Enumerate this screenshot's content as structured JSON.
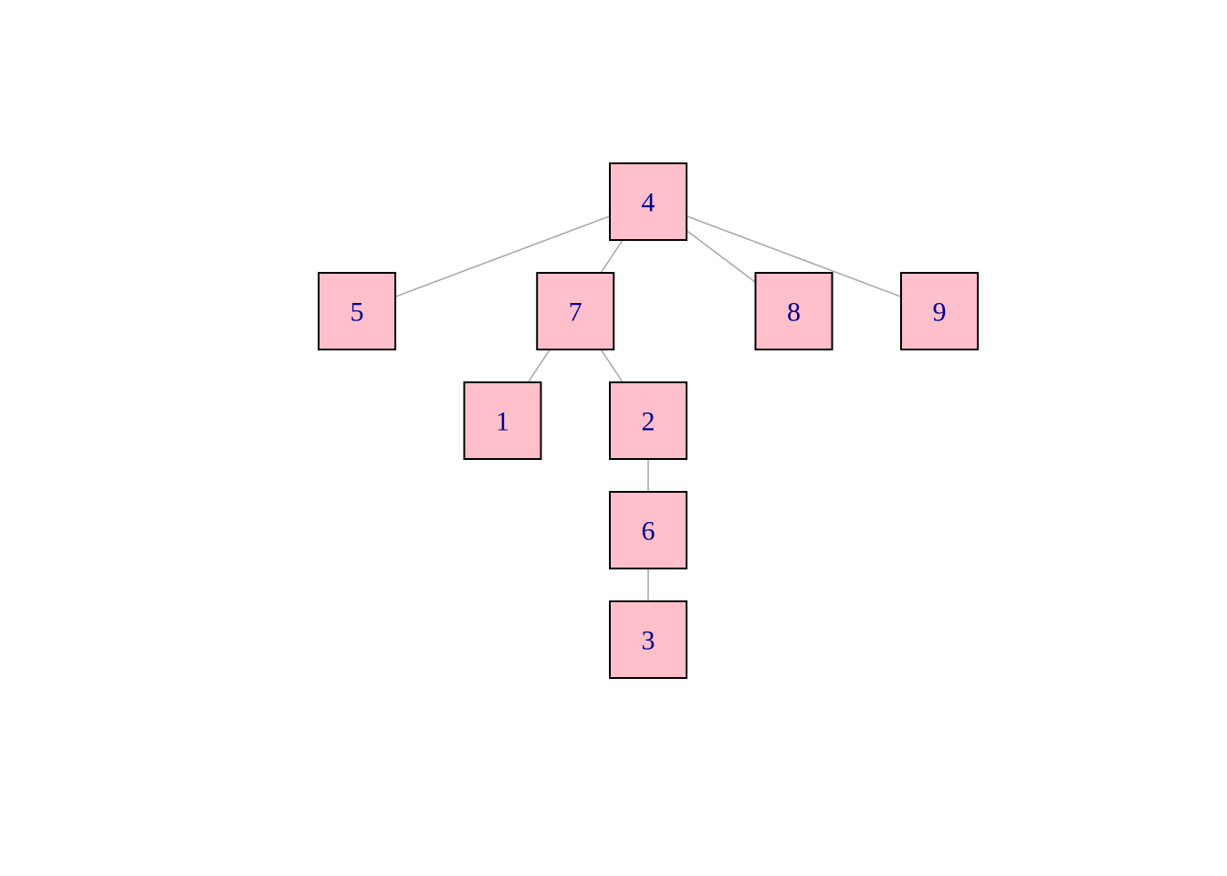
{
  "diagram": {
    "type": "tree",
    "colors": {
      "node_fill": "#ffc0cb",
      "node_border": "#000000",
      "label": "#00008b",
      "edge": "#a6a6a6"
    },
    "root": "4",
    "nodes": [
      {
        "id": "4",
        "label": "4",
        "level": 0
      },
      {
        "id": "5",
        "label": "5",
        "level": 1
      },
      {
        "id": "7",
        "label": "7",
        "level": 1
      },
      {
        "id": "8",
        "label": "8",
        "level": 1
      },
      {
        "id": "9",
        "label": "9",
        "level": 1
      },
      {
        "id": "1",
        "label": "1",
        "level": 2
      },
      {
        "id": "2",
        "label": "2",
        "level": 2
      },
      {
        "id": "6",
        "label": "6",
        "level": 3
      },
      {
        "id": "3",
        "label": "3",
        "level": 4
      }
    ],
    "edges": [
      {
        "from": "4",
        "to": "5"
      },
      {
        "from": "4",
        "to": "7"
      },
      {
        "from": "4",
        "to": "8"
      },
      {
        "from": "4",
        "to": "9"
      },
      {
        "from": "7",
        "to": "1"
      },
      {
        "from": "7",
        "to": "2"
      },
      {
        "from": "2",
        "to": "6"
      },
      {
        "from": "6",
        "to": "3"
      }
    ]
  }
}
